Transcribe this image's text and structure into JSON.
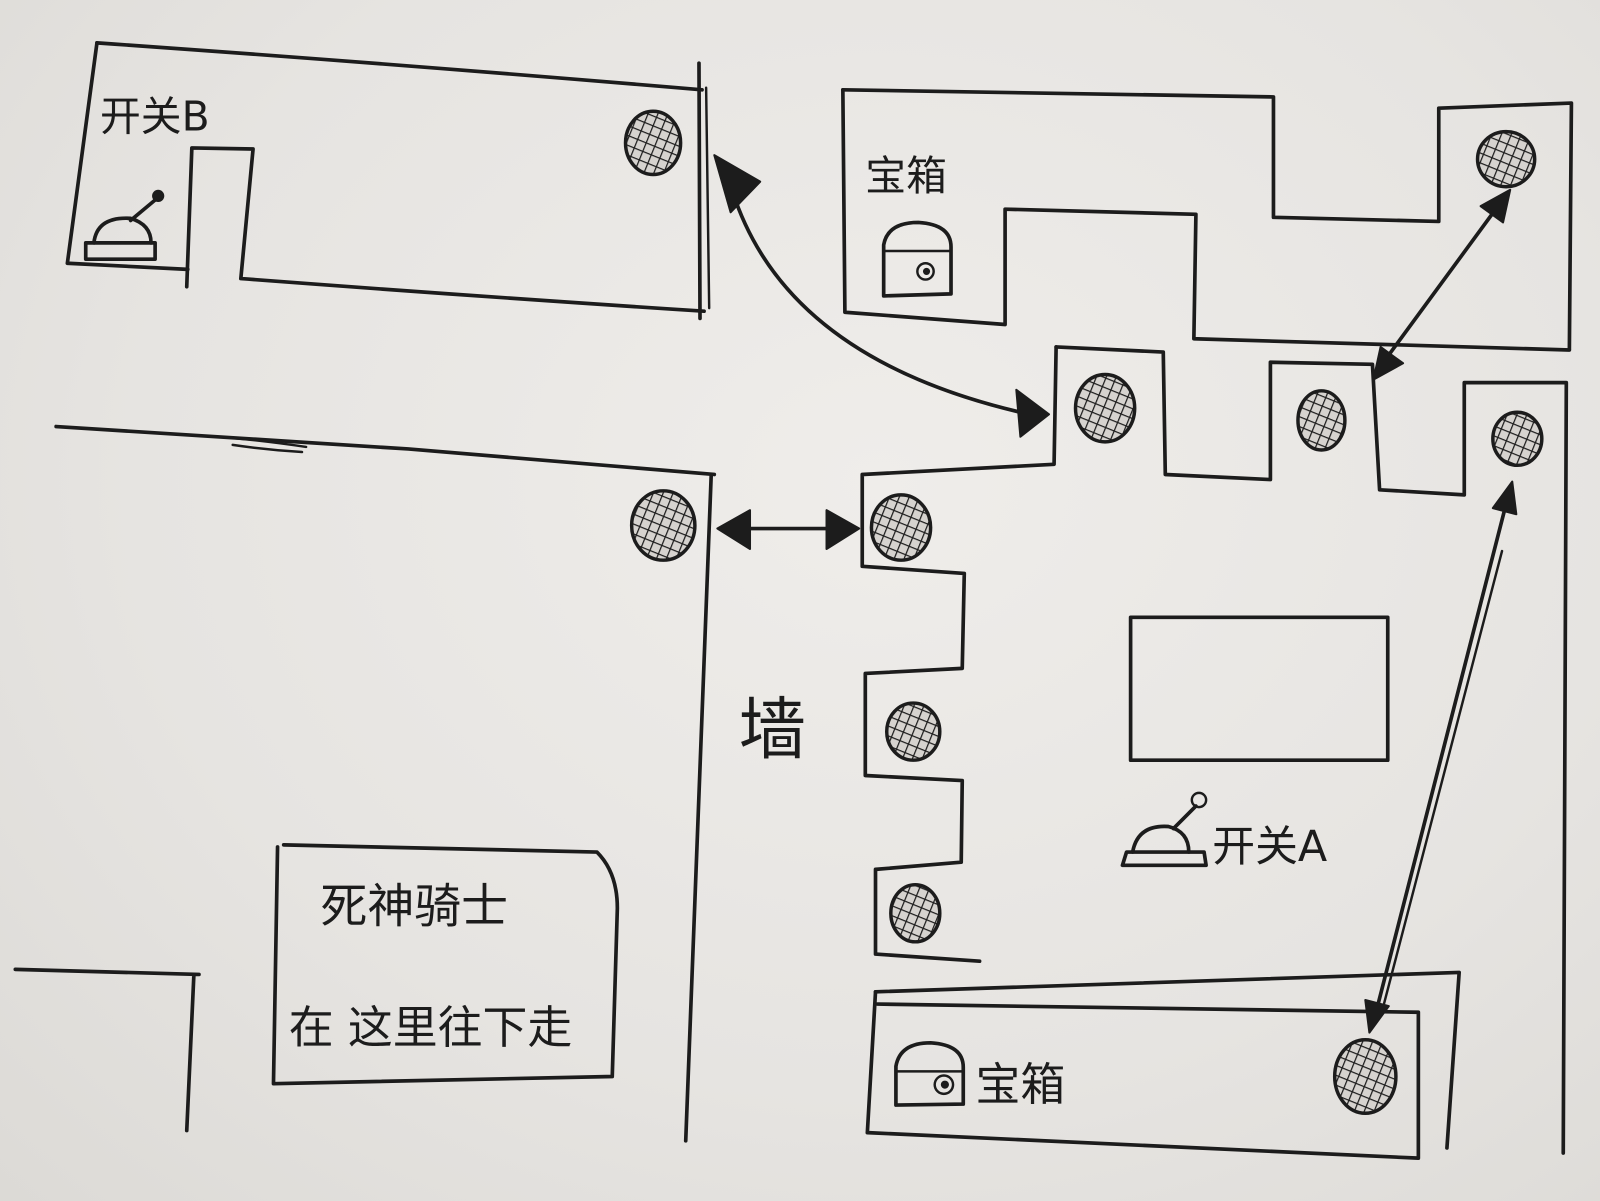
{
  "map": {
    "switch_b": {
      "label": "开关B",
      "icon": "lever-switch-icon"
    },
    "treasure_top": {
      "label": "宝箱",
      "icon": "treasure-chest-icon"
    },
    "treasure_bottom": {
      "label": "宝箱",
      "icon": "treasure-chest-icon"
    },
    "wall_label": "墙",
    "switch_a": {
      "label": "开关A",
      "icon": "lever-switch-icon"
    },
    "death_knight_note": {
      "line1": "死神骑士",
      "line2": "在 这里往下走"
    }
  },
  "icons": {
    "grate": "hatched-grate-icon",
    "link": "double-headed-arrow-icon"
  },
  "colors": {
    "paper": "#e6e4e1",
    "ink": "#1c1c1c"
  }
}
